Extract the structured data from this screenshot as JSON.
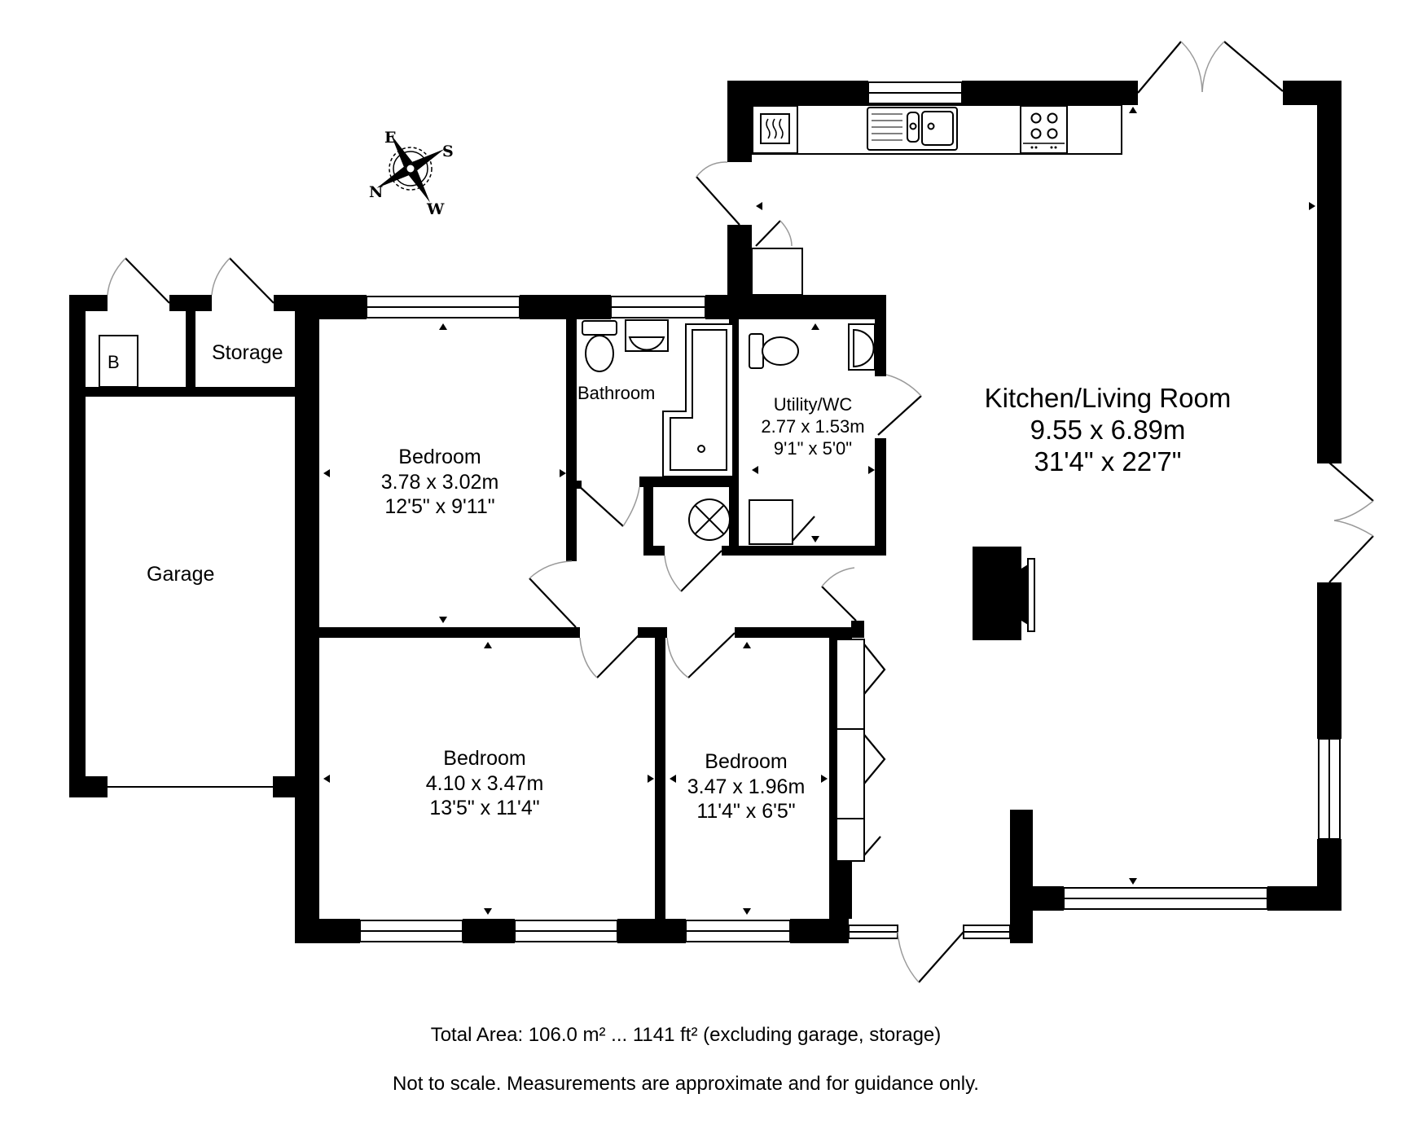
{
  "compass": {
    "labels": {
      "n": "N",
      "e": "E",
      "s": "S",
      "w": "W"
    }
  },
  "rooms": {
    "kitchen_living": {
      "name": "Kitchen/Living Room",
      "metric": "9.55 x 6.89m",
      "imperial": "31'4\" x 22'7\""
    },
    "bedroom_1": {
      "name": "Bedroom",
      "metric": "3.78 x 3.02m",
      "imperial": "12'5\" x 9'11\""
    },
    "bedroom_2": {
      "name": "Bedroom",
      "metric": "4.10 x 3.47m",
      "imperial": "13'5\" x 11'4\""
    },
    "bedroom_3": {
      "name": "Bedroom",
      "metric": "3.47 x 1.96m",
      "imperial": "11'4\" x 6'5\""
    },
    "utility_wc": {
      "name": "Utility/WC",
      "metric": "2.77 x 1.53m",
      "imperial": "9'1\" x 5'0\""
    },
    "bathroom": {
      "name": "Bathroom"
    },
    "garage": {
      "name": "Garage"
    },
    "storage": {
      "name": "Storage"
    },
    "boiler": {
      "name": "B"
    }
  },
  "footer": {
    "total_area": "Total Area: 106.0 m² ... 1141 ft² (excluding garage, storage)",
    "disclaimer": "Not to scale. Measurements are approximate and for guidance only."
  },
  "colors": {
    "wall": "#000000",
    "background": "#ffffff",
    "door_swing": "#9a9a9a"
  }
}
